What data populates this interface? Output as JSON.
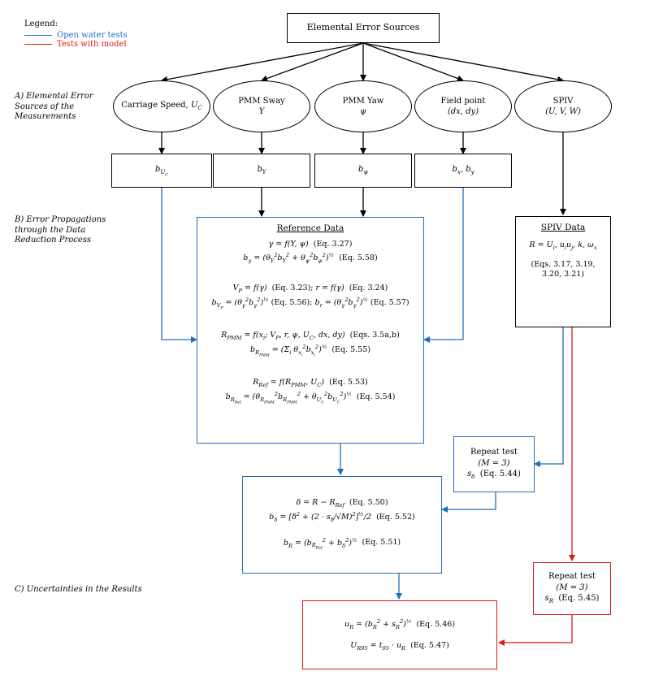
{
  "legend": {
    "title": "Legend:",
    "items": [
      {
        "label": "Open water tests",
        "color": "#1f6fbf"
      },
      {
        "label": "Tests with model",
        "color": "#e01818"
      }
    ]
  },
  "top_box": "Elemental Error Sources",
  "sections": {
    "a": "A) Elemental Error Sources of the Measurements",
    "b": "B) Error Propagations through the Data Reduction Process",
    "c": "C) Uncertainties in the Results"
  },
  "sources": [
    {
      "name": "Carriage Speed,",
      "var": "U_C"
    },
    {
      "name": "PMM Sway",
      "var": "Y"
    },
    {
      "name": "PMM Yaw",
      "var": "ψ"
    },
    {
      "name": "Field point",
      "var": "(dx, dy)"
    },
    {
      "name": "SPIV",
      "var": "(U, V, W)"
    }
  ],
  "bias_boxes": [
    "b_UC",
    "b_Y",
    "b_ψ",
    "b_x, b_y"
  ],
  "reference_data": {
    "title": "Reference Data",
    "lines": [
      "γ = f(Y, ψ)  (Eq. 3.27)",
      "b_γ = (θ_Y² b_Y² + θ_ψ² b_ψ²)^½  (Eq. 5.58)",
      "V_P = f(γ)  (Eq. 3.23);  r = f(γ)  (Eq. 3.24)",
      "b_VP = (θ_γ² b_γ²)^½  (Eq. 5.56);  b_r = (θ_γ² b_γ²)^½  (Eq. 5.57)",
      "R_PMM = f(x_i; V_P, r, ψ, U_C, dx, dy)  (Eqs. 3.5a,b)",
      "b_RPMM = (Σ_i θ_xi² b_xi²)^½  (Eq. 5.55)",
      "R_Ref = f(R_PMM, U_C)  (Eq. 5.53)",
      "b_RRef = (θ_RPMM² b_RPMM² + θ_UC² b_UC²)^½  (Eq. 5.54)"
    ]
  },
  "spiv_data": {
    "title": "SPIV Data",
    "formula": "R = U_i, u_i u_j, k, ω_x",
    "eqs": "(Eqs. 3.17, 3.19, 3.20, 3.21)"
  },
  "repeat_blue": {
    "title": "Repeat test",
    "m": "(M = 3)",
    "s": "s_δ  (Eq. 5.44)"
  },
  "repeat_red": {
    "title": "Repeat test",
    "m": "(M = 3)",
    "s": "s_R  (Eq. 5.45)"
  },
  "delta_box": {
    "lines": [
      "δ = R − R_Ref  (Eq. 5.50)",
      "b_δ = [δ̄² + (2 · s_δ/√M)²]^½ / 2  (Eq. 5.52)",
      "b_R = (b_RRef² + b_δ²)^½  (Eq. 5.51)"
    ]
  },
  "result_box": {
    "lines": [
      "u_R = (b_R² + s_R²)^½  (Eq. 5.46)",
      "U_R95 = t_95 · u_R  (Eq. 5.47)"
    ]
  }
}
